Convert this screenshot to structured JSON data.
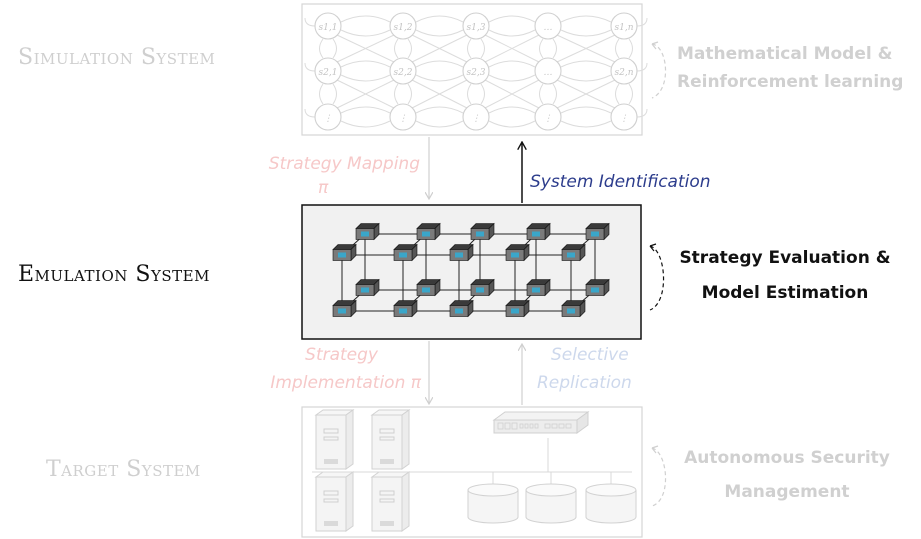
{
  "simulation": {
    "title": "Simulation System",
    "note_line1": "Mathematical Model &",
    "note_line2": "Reinforcement learning",
    "states": [
      [
        "s1,1",
        "s1,2",
        "s1,3",
        "…",
        "s1,n"
      ],
      [
        "s2,1",
        "s2,2",
        "s2,3",
        "…",
        "s2,n"
      ],
      [
        "⋮",
        "⋮",
        "⋮",
        "⋮",
        "⋮"
      ]
    ]
  },
  "arrows": {
    "strategy_mapping": "Strategy Mapping",
    "pi_top": "π",
    "system_identification": "System Identification",
    "strategy_line1": "Strategy",
    "strategy_line2": "Implementation π",
    "selective_line1": "Selective",
    "selective_line2": "Replication"
  },
  "emulation": {
    "title": "Emulation System",
    "note_line1": "Strategy Evaluation &",
    "note_line2": "Model Estimation"
  },
  "target": {
    "title": "Target System",
    "note_line1": "Autonomous Security",
    "note_line2": "Management"
  },
  "colors": {
    "faded_gray": "#d2d2d2",
    "faded_text": "#d0d0d0",
    "faded_red": "#f6c8c8",
    "faded_blue": "#cdd8ec",
    "blue": "#2c3c8c",
    "emulation_fill": "#f1f1f1",
    "node_front": "#7a7a7a",
    "node_top": "#3a3a3a",
    "node_side": "#555555",
    "node_accent": "#3aa6c9"
  }
}
